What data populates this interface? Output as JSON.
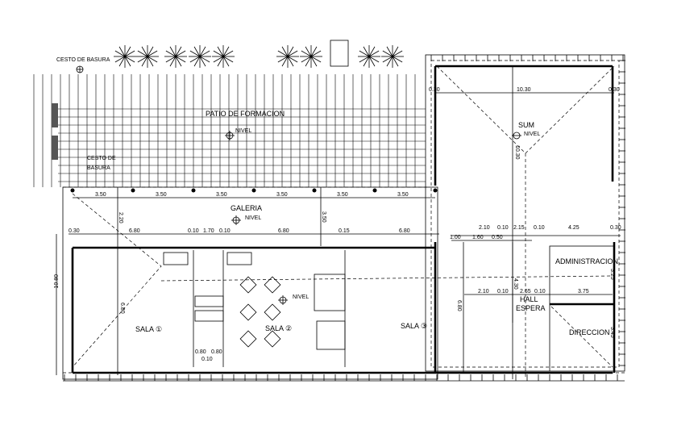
{
  "labels": {
    "trash_top": "CESTO DE BASURA",
    "trash_side_1": "CESTO DE",
    "trash_side_2": "BASURA",
    "patio": "PATIO DE FORMACION",
    "nivel": "NIVEL",
    "galeria": "GALERIA",
    "sum": "SUM",
    "sala1": "SALA ①",
    "sala2": "SALA ②",
    "sala3": "SALA ③",
    "administracion": "ADMINISTRACION",
    "hall": "HALL",
    "espera": "ESPERA",
    "direccion": "DIRECCION"
  },
  "dimensions": {
    "galeria_bays": [
      "3.50",
      "3.50",
      "3.50",
      "3.50",
      "3.50",
      "3.50"
    ],
    "galeria_depth": "3.50",
    "galeria_left": "2.20",
    "row2": [
      "0.30",
      "6.80",
      "0.10",
      "1.70",
      "0.10",
      "6.80",
      "0.15",
      "6.80"
    ],
    "sum_width": "10.30",
    "sum_depth": "10.30",
    "sum_left": "0.30",
    "sum_right": "0.30",
    "admin_row": [
      "2.10",
      "0.10",
      "2.15",
      "0.10",
      "4.25",
      "0.30"
    ],
    "service_row": [
      "1.00",
      "1.60",
      "0.50"
    ],
    "hall_row": [
      "2.10",
      "0.10",
      "2.65",
      "0.10",
      "3.75"
    ],
    "admin_depth": "3.25",
    "direccion_depth": "3.45",
    "hall_height": "4.30",
    "sala_height": "6.80",
    "sala3_height": "6.80",
    "building_height": "10.80",
    "toilets": [
      "0.80",
      "0.80",
      "0.10"
    ]
  }
}
